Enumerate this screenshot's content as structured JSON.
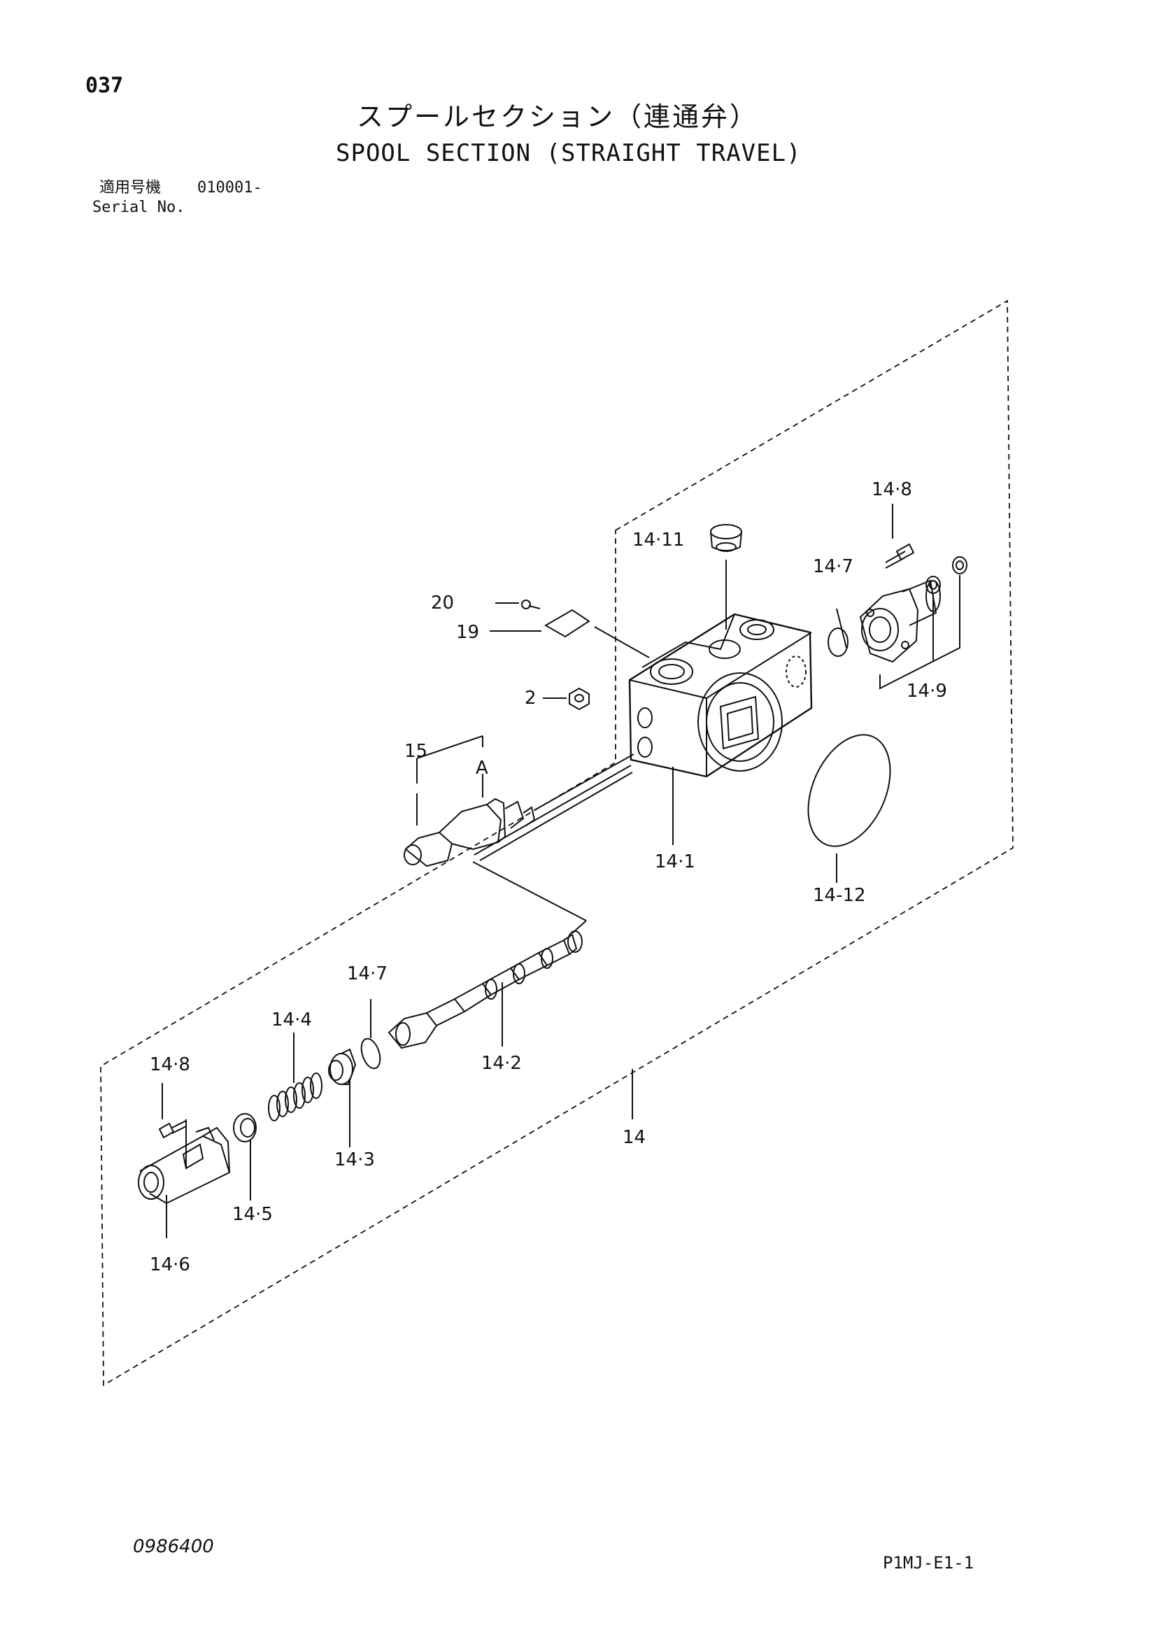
{
  "header": {
    "page_number": "037",
    "title_ja": "スプールセクション（連通弁）",
    "title_en": "SPOOL SECTION (STRAIGHT TRAVEL)",
    "serial_label_ja": "適用号機",
    "serial_range": "010001-",
    "serial_label_en": "Serial No."
  },
  "callouts": {
    "part_14_8_top": "14·8",
    "part_14_11": "14·11",
    "part_14_7_top": "14·7",
    "part_20": "20",
    "part_19": "19",
    "part_2": "2",
    "part_14_9": "14·9",
    "part_15": "15",
    "port_A": "A",
    "part_14_1": "14·1",
    "part_14_12": "14-12",
    "part_14_7_bottom": "14·7",
    "part_14_4": "14·4",
    "part_14_8_bottom": "14·8",
    "part_14_2": "14·2",
    "part_14_3": "14·3",
    "part_14": "14",
    "part_14_5": "14·5",
    "part_14_6": "14·6"
  },
  "footer": {
    "doc_number": "0986400",
    "drawing_code": "P1MJ-E1-1"
  },
  "colors": {
    "ink": "#111111",
    "paper": "#ffffff"
  }
}
